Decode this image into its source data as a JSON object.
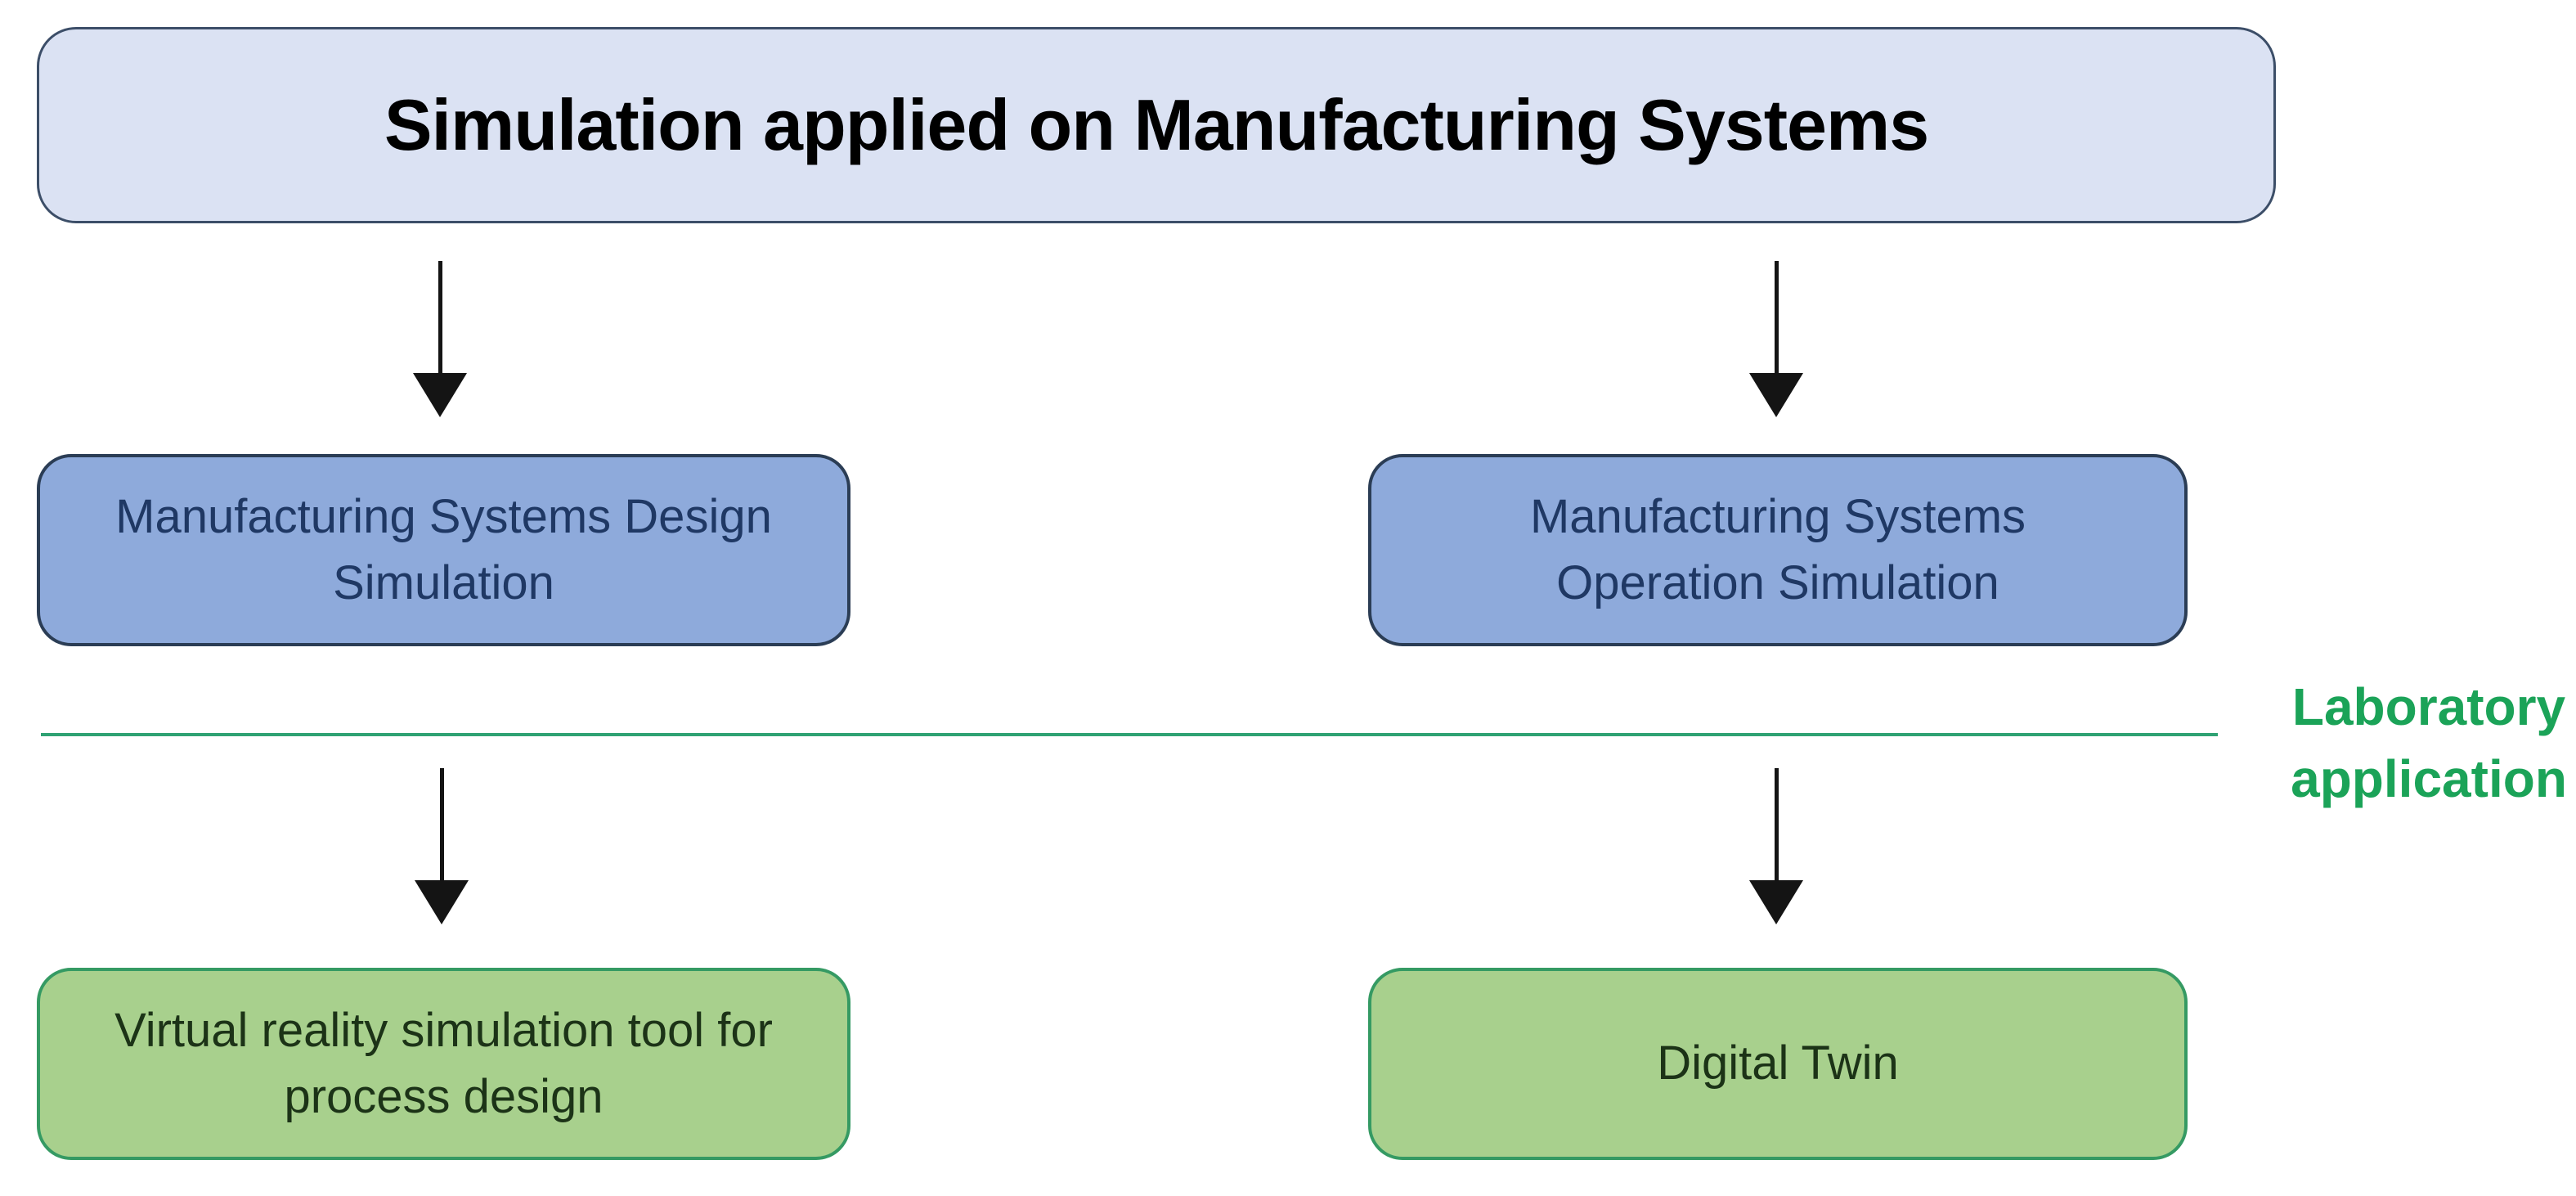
{
  "diagram": {
    "root": {
      "label": "Simulation applied on Manufacturing Systems"
    },
    "level1": [
      {
        "label": "Manufacturing Systems Design\nSimulation"
      },
      {
        "label": "Manufacturing Systems\nOperation Simulation"
      }
    ],
    "level2": [
      {
        "label": "Virtual reality simulation tool for\nprocess design"
      },
      {
        "label": "Digital Twin"
      }
    ],
    "annotation": {
      "label": "Laboratory\napplication"
    }
  },
  "colors": {
    "top_fill": "#dbe2f3",
    "top_stroke": "#3c4e68",
    "blue_fill": "#8eaadb",
    "blue_stroke": "#2b3d55",
    "blue_text": "#1f3864",
    "green_fill": "#a8d08d",
    "green_stroke": "#359a63",
    "green_text": "#1c3317",
    "line_color": "#2fa273",
    "annotation_color": "#1ba358",
    "arrow_color": "#141414",
    "title_color": "#000000",
    "bg": "#ffffff"
  }
}
